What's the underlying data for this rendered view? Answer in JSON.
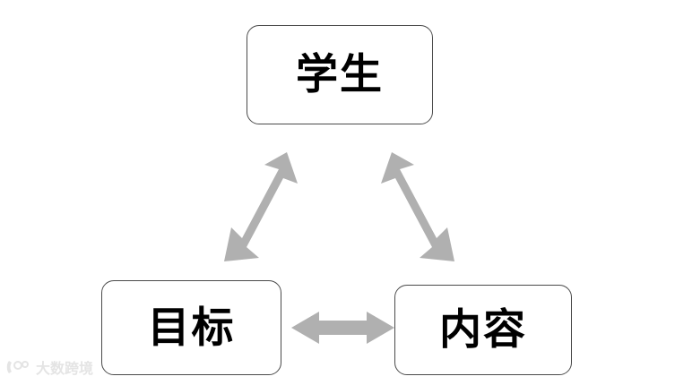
{
  "diagram": {
    "title": "",
    "background_color": "#ffffff",
    "node_border_color": "#4a4a4a",
    "node_fill_color": "#ffffff",
    "node_text_color": "#000000",
    "arrow_color": "#b0b0b0",
    "nodes": [
      {
        "id": "student",
        "label": "学生",
        "position": "top"
      },
      {
        "id": "goal",
        "label": "目标",
        "position": "bottom-left"
      },
      {
        "id": "content",
        "label": "内容",
        "position": "bottom-right"
      }
    ],
    "connectors": [
      {
        "id": "goal-student",
        "from": "目标",
        "to": "学生",
        "style": "double-headed-arrow",
        "orientation": "diagonal-up-right"
      },
      {
        "id": "student-content",
        "from": "学生",
        "to": "内容",
        "style": "double-headed-arrow",
        "orientation": "diagonal-down-right"
      },
      {
        "id": "goal-content",
        "from": "目标",
        "to": "内容",
        "style": "double-headed-arrow",
        "orientation": "horizontal"
      }
    ]
  },
  "watermark": {
    "text": "大数跨境",
    "color": "#e2e2e2"
  }
}
